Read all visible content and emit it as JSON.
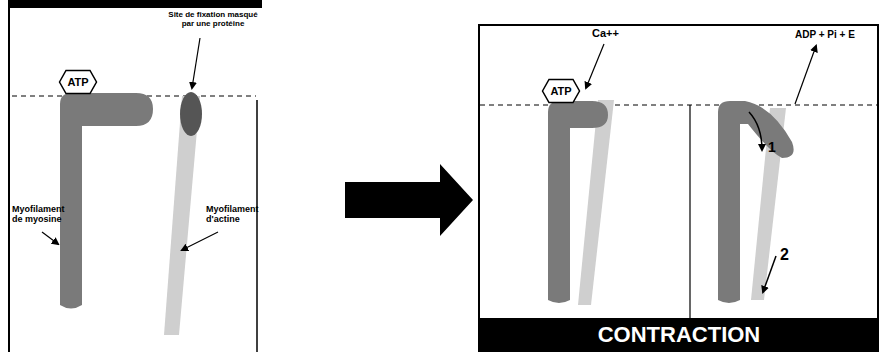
{
  "diagram": {
    "nodes": [
      {
        "text": [
          "ATP"
        ]
      },
      {
        "text": [
          "ATP"
        ]
      },
      {
        "text": [
          "CONTRACTION"
        ]
      }
    ],
    "labels": [
      "Site de fixation masqué par une protéine",
      "Myofilament de myosine",
      "Myofilament d'actine",
      "Ca++",
      "ADP + Pi + E",
      "1",
      "2"
    ]
  }
}
